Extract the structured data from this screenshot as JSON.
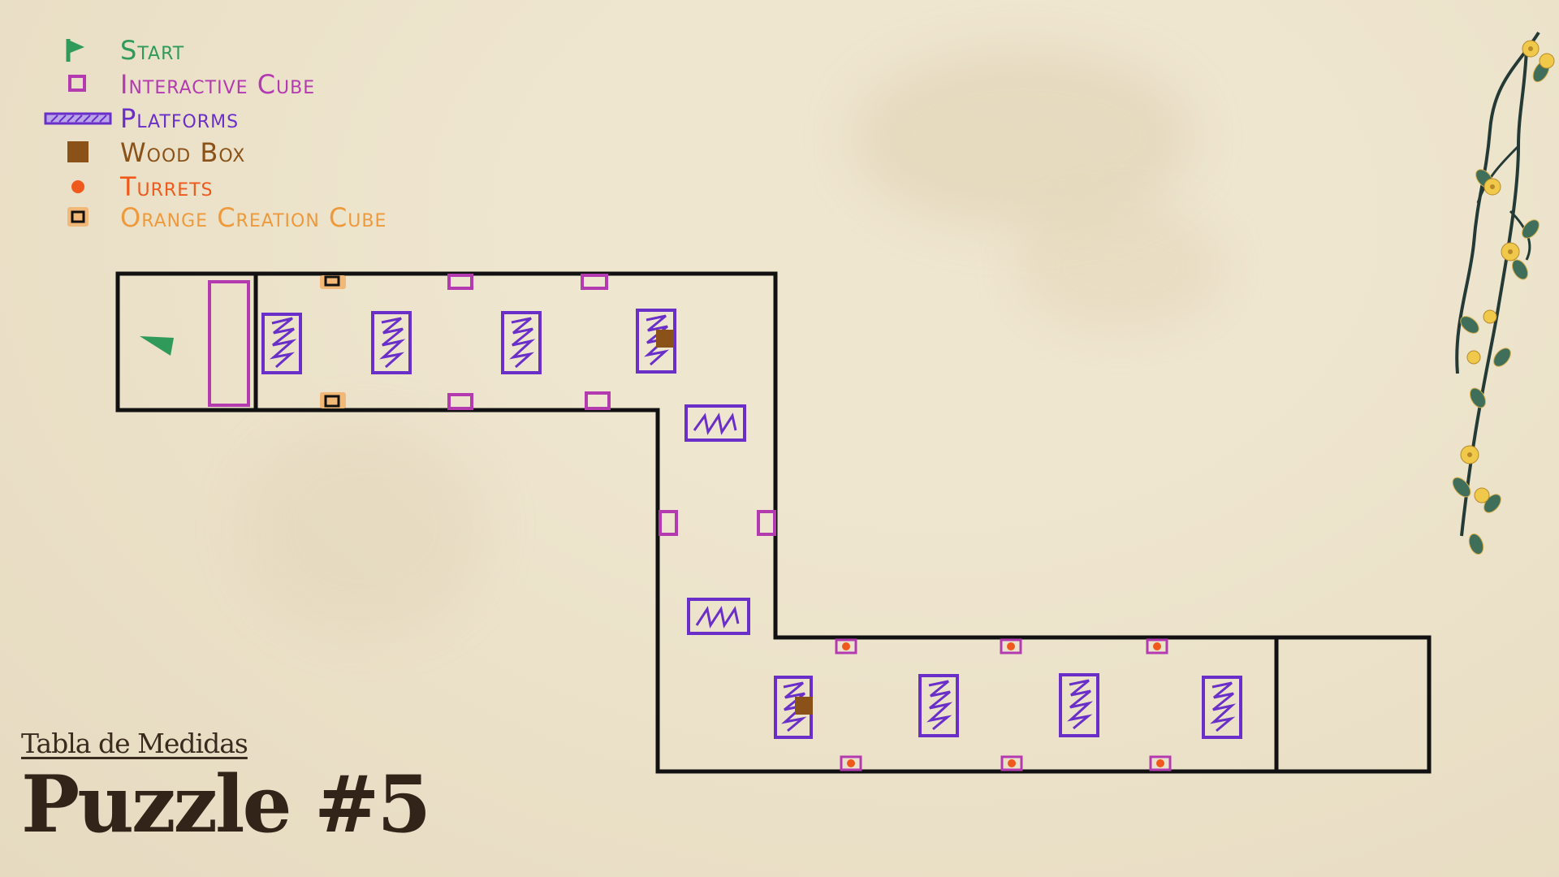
{
  "legend": {
    "items": [
      {
        "label": "Start",
        "color": "#2f9a5a",
        "icon": "start-flag-icon"
      },
      {
        "label": "Interactive Cube",
        "color": "#b43ab0",
        "icon": "interactive-cube-icon"
      },
      {
        "label": "Platforms",
        "color": "#6a2fc8",
        "icon": "platform-icon"
      },
      {
        "label": "Wood Box",
        "color": "#8a5218",
        "icon": "wood-box-icon"
      },
      {
        "label": "Turrets",
        "color": "#ef5a1c",
        "icon": "turret-icon"
      },
      {
        "label": "Orange Creation Cube",
        "color": "#ee9a3c",
        "icon": "orange-creation-cube-icon"
      }
    ]
  },
  "title_block": {
    "subtitle": "Tabla de Medidas",
    "title": "Puzzle #5"
  },
  "colors": {
    "paper": "#ede4cc",
    "walls": "#111111",
    "start": "#2f9a5a",
    "cube": "#b43ab0",
    "platform": "#6a2fc8",
    "wood": "#8a5218",
    "turret": "#ef5a1c",
    "orange_cube": "#ee9a3c",
    "vine_leaf": "#3f6f5a",
    "vine_flower": "#f0c94a"
  }
}
